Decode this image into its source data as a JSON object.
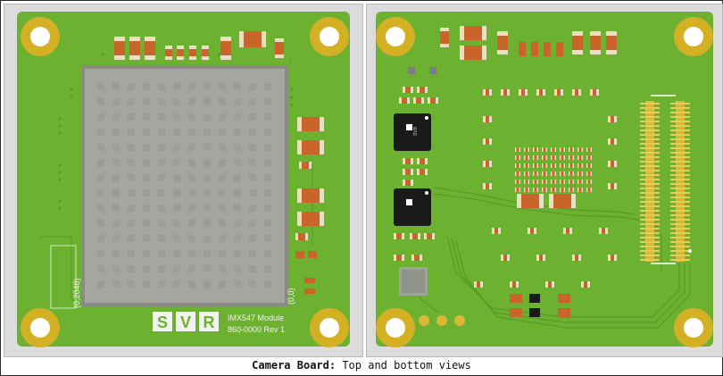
{
  "caption": {
    "bold": "Camera Board:",
    "rest": " Top and bottom views"
  },
  "top_view": {
    "logo_letters": [
      "S",
      "V",
      "R"
    ],
    "module_name": "IMX547 Module",
    "part_number": "860-0000 Rev 1",
    "coord_left": "(0,2048)",
    "coord_right": "(0,0)"
  },
  "bottom_view": {
    "chip_logo_text": "SVR"
  },
  "colors": {
    "pcb_green": "#6cb130",
    "pcb_green_dark": "#5a9a28",
    "mounting_pad_gold": "#d4b025",
    "sensor_grey": "#a5a6a0",
    "capacitor_orange": "#c9652a",
    "ic_black": "#1a1a1a",
    "connector_gold": "#d8b834"
  },
  "icons": [
    "mounting-hole-icon",
    "svr-logo-icon",
    "ic-logo-icon"
  ]
}
